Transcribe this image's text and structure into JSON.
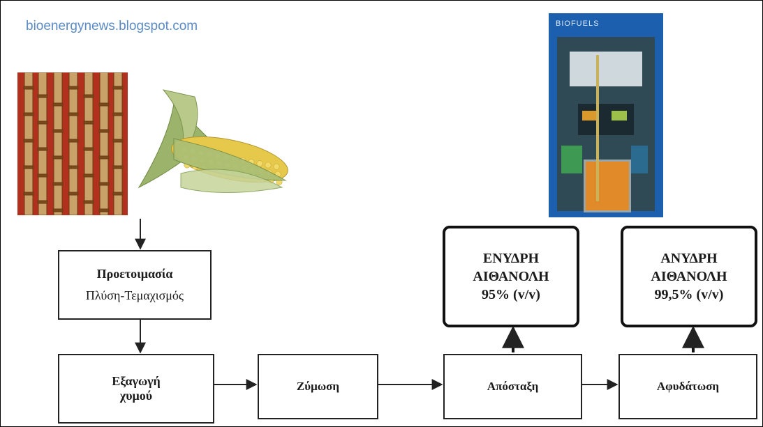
{
  "watermark": "bioenergynews.blogspot.com",
  "images": {
    "cane": "sugarcane-stalks-photo",
    "corn": "corn-cob-photo",
    "pump": "biofuels-pump-photo"
  },
  "pump_label": "BIOFUELS",
  "steps": {
    "pretreatment": {
      "line1": "Προετοιμασία",
      "line2": "Πλύση-Τεμαχισμός"
    },
    "extraction": {
      "line1": "Εξαγωγή",
      "line2": "χυμού"
    },
    "fermentation": {
      "line1": "Ζύμωση"
    },
    "distillation": {
      "line1": "Απόσταξη"
    },
    "dehydration": {
      "line1": "Αφυδάτωση"
    }
  },
  "outputs": {
    "hydrous": {
      "line1": "ΕΝΥΔΡΗ",
      "line2": "ΑΙΘΑΝΟΛΗ",
      "line3": "95% (v/v)"
    },
    "anhydrous": {
      "line1": "ΑΝΥΔΡΗ",
      "line2": "ΑΙΘΑΝΟΛΗ",
      "line3": "99,5% (v/v)"
    }
  },
  "colors": {
    "line": "#222222",
    "watermark": "#5b8bc4"
  }
}
